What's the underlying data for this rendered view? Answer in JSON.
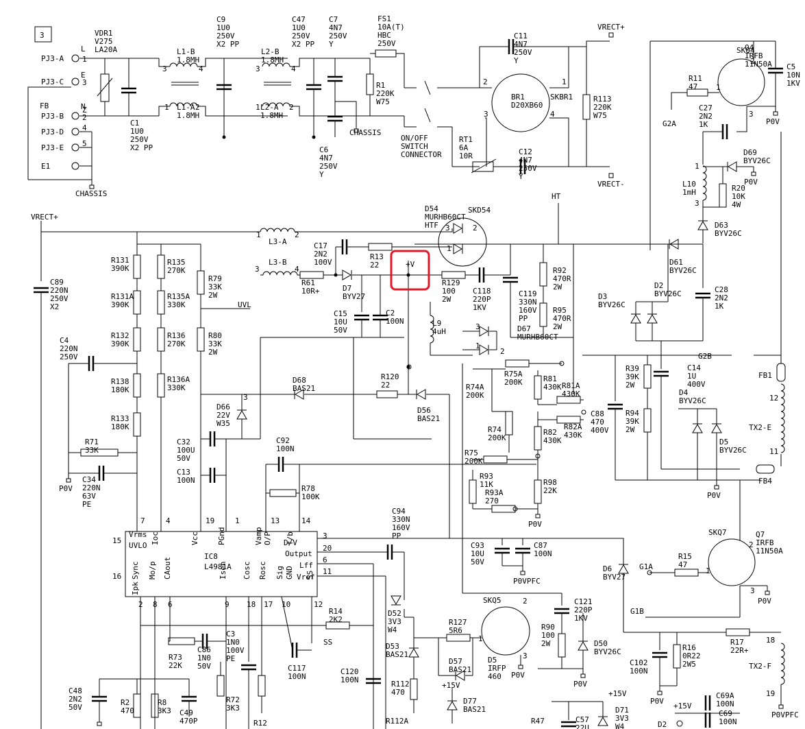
{
  "sheet": {
    "number": "3"
  },
  "highlight": {
    "label": "+V",
    "color": "#e0192a"
  },
  "connectors": [
    "PJ3-A",
    "PJ3-C",
    "PJ3-B",
    "PJ3-D",
    "PJ3-E",
    "E1"
  ],
  "pin_marks": [
    "L",
    "E",
    "N",
    "1",
    "3",
    "2",
    "4",
    "5",
    "Z"
  ],
  "nets": [
    "VRECT+",
    "VRECT-",
    "CHASSIS",
    "HT",
    "UVL",
    "SS",
    "P0V",
    "P0VPFC",
    "G2A",
    "G2B",
    "G1A",
    "G1B",
    "+15V",
    "FB"
  ],
  "ic": {
    "ref": "IC8",
    "part": "L4981A",
    "left_pins": [
      "Vrms",
      "UVLO",
      "Ioc",
      "Vcc",
      "PGnd",
      "Vamp",
      "O/P",
      "f/b",
      "D/V",
      "Output",
      "Lff",
      "Vref"
    ],
    "bottom_pins": [
      "Sync",
      "Ipk",
      "Mo/p",
      "CAout",
      "Isen",
      "Cosc",
      "Rosc",
      "Sig",
      "GND",
      "SS"
    ]
  },
  "components": [
    {
      "ref": "VDR1",
      "lines": [
        "VDR1",
        "V275",
        "LA20A"
      ]
    },
    {
      "ref": "C1",
      "lines": [
        "C1",
        "1U0",
        "250V",
        "X2 PP"
      ]
    },
    {
      "ref": "L1-B",
      "lines": [
        "L1-B",
        "1.8MH"
      ]
    },
    {
      "ref": "L1-A",
      "lines": [
        "L1-A",
        "1.8MH"
      ]
    },
    {
      "ref": "C9",
      "lines": [
        "C9",
        "1U0",
        "250V",
        "X2 PP"
      ]
    },
    {
      "ref": "L2-B",
      "lines": [
        "L2-B",
        "1.8MH"
      ]
    },
    {
      "ref": "L2-A",
      "lines": [
        "L2-A",
        "1.8MH"
      ]
    },
    {
      "ref": "C47",
      "lines": [
        "C47",
        "1U0",
        "250V",
        "X2 PP"
      ]
    },
    {
      "ref": "C7",
      "lines": [
        "C7",
        "4N7",
        "250V",
        "Y"
      ]
    },
    {
      "ref": "C6",
      "lines": [
        "C6",
        "4N7",
        "250V",
        "Y"
      ]
    },
    {
      "ref": "FS1",
      "lines": [
        "FS1",
        "10A(T)",
        "HBC",
        "250V"
      ]
    },
    {
      "ref": "R1",
      "lines": [
        "R1",
        "220K",
        "W75"
      ]
    },
    {
      "ref": "SW",
      "lines": [
        "ON/OFF",
        "SWITCH",
        "CONNECTOR"
      ]
    },
    {
      "ref": "C11",
      "lines": [
        "C11",
        "4N7",
        "250V",
        "Y"
      ]
    },
    {
      "ref": "BR1",
      "lines": [
        "BR1",
        "D20XB60"
      ]
    },
    {
      "ref": "SKBR1",
      "lines": [
        "SKBR1"
      ]
    },
    {
      "ref": "R113",
      "lines": [
        "R113",
        "220K",
        "W75"
      ]
    },
    {
      "ref": "RT1",
      "lines": [
        "RT1",
        "6A",
        "10R"
      ]
    },
    {
      "ref": "C12",
      "lines": [
        "C12",
        "4N7",
        "250V",
        "Y"
      ]
    },
    {
      "ref": "Q4",
      "lines": [
        "Q4",
        "IRFB",
        "11N50A"
      ]
    },
    {
      "ref": "SKQ4",
      "lines": [
        "SKQ4"
      ]
    },
    {
      "ref": "C5",
      "lines": [
        "C5",
        "10N",
        "1KV"
      ]
    },
    {
      "ref": "R11",
      "lines": [
        "R11",
        "47"
      ]
    },
    {
      "ref": "C27",
      "lines": [
        "C27",
        "2N2",
        "1K"
      ]
    },
    {
      "ref": "D69",
      "lines": [
        "D69",
        "BYV26C"
      ]
    },
    {
      "ref": "L10",
      "lines": [
        "L10",
        "1mH"
      ]
    },
    {
      "ref": "R20",
      "lines": [
        "R20",
        "10K",
        "4W"
      ]
    },
    {
      "ref": "D63",
      "lines": [
        "D63",
        "BYV26C"
      ]
    },
    {
      "ref": "D61",
      "lines": [
        "D61",
        "BYV26C"
      ]
    },
    {
      "ref": "C28",
      "lines": [
        "C28",
        "2N2",
        "1K"
      ]
    },
    {
      "ref": "D3",
      "lines": [
        "D3",
        "BYV26C"
      ]
    },
    {
      "ref": "D2",
      "lines": [
        "D2",
        "BYV26C"
      ]
    },
    {
      "ref": "C14",
      "lines": [
        "C14",
        "1U",
        "400V"
      ]
    },
    {
      "ref": "D4",
      "lines": [
        "D4",
        "BYV26C"
      ]
    },
    {
      "ref": "D5",
      "lines": [
        "D5",
        "BYV26C"
      ]
    },
    {
      "ref": "FB1",
      "lines": [
        "FB1"
      ]
    },
    {
      "ref": "TX2-E",
      "lines": [
        "TX2-E"
      ]
    },
    {
      "ref": "FB4",
      "lines": [
        "FB4"
      ]
    },
    {
      "ref": "D54",
      "lines": [
        "D54",
        "MURHB60CT",
        "HTF"
      ]
    },
    {
      "ref": "SKD54",
      "lines": [
        "SKD54"
      ]
    },
    {
      "ref": "L3-A",
      "lines": [
        "L3-A"
      ]
    },
    {
      "ref": "L3-B",
      "lines": [
        "L3-B"
      ]
    },
    {
      "ref": "C17",
      "lines": [
        "C17",
        "2N2",
        "100V"
      ]
    },
    {
      "ref": "R13",
      "lines": [
        "R13",
        "22"
      ]
    },
    {
      "ref": "R61",
      "lines": [
        "R61",
        "10R+"
      ]
    },
    {
      "ref": "D7",
      "lines": [
        "D7",
        "BYV27"
      ]
    },
    {
      "ref": "C15",
      "lines": [
        "C15",
        "10U",
        "50V"
      ]
    },
    {
      "ref": "C2",
      "lines": [
        "C2",
        "100N"
      ]
    },
    {
      "ref": "R129",
      "lines": [
        "R129",
        "100",
        "2W"
      ]
    },
    {
      "ref": "C118",
      "lines": [
        "C118",
        "220P",
        "1KV"
      ]
    },
    {
      "ref": "C119",
      "lines": [
        "C119",
        "330N",
        "160V",
        "PP"
      ]
    },
    {
      "ref": "R92",
      "lines": [
        "R92",
        "470R",
        "2W"
      ]
    },
    {
      "ref": "R95",
      "lines": [
        "R95",
        "470R",
        "2W"
      ]
    },
    {
      "ref": "L9",
      "lines": [
        "L9",
        "4uH"
      ]
    },
    {
      "ref": "D67",
      "lines": [
        "D67",
        "MURHB60CT"
      ]
    },
    {
      "ref": "C89",
      "lines": [
        "C89",
        "220N",
        "250V",
        "X2"
      ]
    },
    {
      "ref": "C4",
      "lines": [
        "C4",
        "220N",
        "250V"
      ]
    },
    {
      "ref": "R131",
      "lines": [
        "R131",
        "390K"
      ]
    },
    {
      "ref": "R131A",
      "lines": [
        "R131A",
        "390K"
      ]
    },
    {
      "ref": "R132",
      "lines": [
        "R132",
        "390K"
      ]
    },
    {
      "ref": "R138",
      "lines": [
        "R138",
        "180K"
      ]
    },
    {
      "ref": "R133",
      "lines": [
        "R133",
        "180K"
      ]
    },
    {
      "ref": "R135",
      "lines": [
        "R135",
        "270K"
      ]
    },
    {
      "ref": "R135A",
      "lines": [
        "R135A",
        "330K"
      ]
    },
    {
      "ref": "R136",
      "lines": [
        "R136",
        "270K"
      ]
    },
    {
      "ref": "R136A",
      "lines": [
        "R136A",
        "330K"
      ]
    },
    {
      "ref": "R79",
      "lines": [
        "R79",
        "33K",
        "2W"
      ]
    },
    {
      "ref": "R80",
      "lines": [
        "R80",
        "33K",
        "2W"
      ]
    },
    {
      "ref": "R71",
      "lines": [
        "R71",
        "33K"
      ]
    },
    {
      "ref": "C34",
      "lines": [
        "C34",
        "220N",
        "63V",
        "PE"
      ]
    },
    {
      "ref": "D68",
      "lines": [
        "D68",
        "BAS21"
      ]
    },
    {
      "ref": "R120",
      "lines": [
        "R120",
        "22"
      ]
    },
    {
      "ref": "D56",
      "lines": [
        "D56",
        "BAS21"
      ]
    },
    {
      "ref": "D66",
      "lines": [
        "D66",
        "22V",
        "W35"
      ]
    },
    {
      "ref": "C32",
      "lines": [
        "C32",
        "100U",
        "50V"
      ]
    },
    {
      "ref": "C13",
      "lines": [
        "C13",
        "100N"
      ]
    },
    {
      "ref": "C92",
      "lines": [
        "C92",
        "100N"
      ]
    },
    {
      "ref": "R78",
      "lines": [
        "R78",
        "100K"
      ]
    },
    {
      "ref": "R75A",
      "lines": [
        "R75A",
        "200K"
      ]
    },
    {
      "ref": "R74A",
      "lines": [
        "R74A",
        "200K"
      ]
    },
    {
      "ref": "R74",
      "lines": [
        "R74",
        "200K"
      ]
    },
    {
      "ref": "R75",
      "lines": [
        "R75",
        "200K"
      ]
    },
    {
      "ref": "R81",
      "lines": [
        "R81",
        "430K"
      ]
    },
    {
      "ref": "R81A",
      "lines": [
        "R81A",
        "430K"
      ]
    },
    {
      "ref": "R82A",
      "lines": [
        "R82A",
        "430K"
      ]
    },
    {
      "ref": "R82",
      "lines": [
        "R82",
        "430K"
      ]
    },
    {
      "ref": "C88",
      "lines": [
        "C88",
        "470",
        "400V"
      ]
    },
    {
      "ref": "R39",
      "lines": [
        "R39",
        "39K",
        "2W"
      ]
    },
    {
      "ref": "R94",
      "lines": [
        "R94",
        "39K",
        "2W"
      ]
    },
    {
      "ref": "R93",
      "lines": [
        "R93",
        "11K"
      ]
    },
    {
      "ref": "R93A",
      "lines": [
        "R93A",
        "270"
      ]
    },
    {
      "ref": "R98",
      "lines": [
        "R98",
        "22K"
      ]
    },
    {
      "ref": "C94",
      "lines": [
        "C94",
        "330N",
        "160V",
        "PP"
      ]
    },
    {
      "ref": "C93",
      "lines": [
        "C93",
        "10U",
        "50V"
      ]
    },
    {
      "ref": "C87",
      "lines": [
        "C87",
        "100N"
      ]
    },
    {
      "ref": "D6",
      "lines": [
        "D6",
        "BYV27"
      ]
    },
    {
      "ref": "R15",
      "lines": [
        "R15",
        "47"
      ]
    },
    {
      "ref": "Q7",
      "lines": [
        "Q7",
        "IRFB",
        "11N50A"
      ]
    },
    {
      "ref": "SKQ7",
      "lines": [
        "SKQ7"
      ]
    },
    {
      "ref": "D52",
      "lines": [
        "D52",
        "3V3",
        "W4"
      ]
    },
    {
      "ref": "D53",
      "lines": [
        "D53",
        "BAS21"
      ]
    },
    {
      "ref": "R127",
      "lines": [
        "R127",
        "5R6"
      ]
    },
    {
      "ref": "D57",
      "lines": [
        "D57",
        "BAS21"
      ]
    },
    {
      "ref": "D5Q",
      "lines": [
        "D5",
        "IRFP",
        "460"
      ]
    },
    {
      "ref": "SKQ5",
      "lines": [
        "SKQ5"
      ]
    },
    {
      "ref": "C121",
      "lines": [
        "C121",
        "220P",
        "1KV"
      ]
    },
    {
      "ref": "R90",
      "lines": [
        "R90",
        "100",
        "2W"
      ]
    },
    {
      "ref": "D50",
      "lines": [
        "D50",
        "BYV26C"
      ]
    },
    {
      "ref": "C102",
      "lines": [
        "C102",
        "100N"
      ]
    },
    {
      "ref": "R16",
      "lines": [
        "R16",
        "0R22",
        "2W5"
      ]
    },
    {
      "ref": "R17",
      "lines": [
        "R17",
        "22R+"
      ]
    },
    {
      "ref": "TX2-F",
      "lines": [
        "TX2-F"
      ]
    },
    {
      "ref": "R14",
      "lines": [
        "R14",
        "2K2"
      ]
    },
    {
      "ref": "C3",
      "lines": [
        "C3",
        "1N0",
        "100V",
        "PE"
      ]
    },
    {
      "ref": "C86",
      "lines": [
        "C86",
        "1N0",
        "50V"
      ]
    },
    {
      "ref": "R73",
      "lines": [
        "R73",
        "22K"
      ]
    },
    {
      "ref": "C117",
      "lines": [
        "C117",
        "100N"
      ]
    },
    {
      "ref": "C120",
      "lines": [
        "C120",
        "100N"
      ]
    },
    {
      "ref": "R112",
      "lines": [
        "R112",
        "470"
      ]
    },
    {
      "ref": "R112A",
      "lines": [
        "R112A"
      ]
    },
    {
      "ref": "D77",
      "lines": [
        "D77",
        "BAS21"
      ]
    },
    {
      "ref": "C48",
      "lines": [
        "C48",
        "2N2",
        "50V"
      ]
    },
    {
      "ref": "R2",
      "lines": [
        "R2",
        "470"
      ]
    },
    {
      "ref": "R8",
      "lines": [
        "R8",
        "3K3"
      ]
    },
    {
      "ref": "C49",
      "lines": [
        "C49",
        "470P"
      ]
    },
    {
      "ref": "R72",
      "lines": [
        "R72",
        "3K3"
      ]
    },
    {
      "ref": "R12",
      "lines": [
        "R12"
      ]
    },
    {
      "ref": "C57",
      "lines": [
        "C57",
        "22U"
      ]
    },
    {
      "ref": "D71",
      "lines": [
        "D71",
        "3V3",
        "W4"
      ]
    },
    {
      "ref": "R47",
      "lines": [
        "R47"
      ]
    },
    {
      "ref": "C69A",
      "lines": [
        "C69A",
        "100N"
      ]
    },
    {
      "ref": "C69",
      "lines": [
        "C69",
        "100N"
      ]
    },
    {
      "ref": "D2B",
      "lines": [
        "D2"
      ]
    }
  ]
}
